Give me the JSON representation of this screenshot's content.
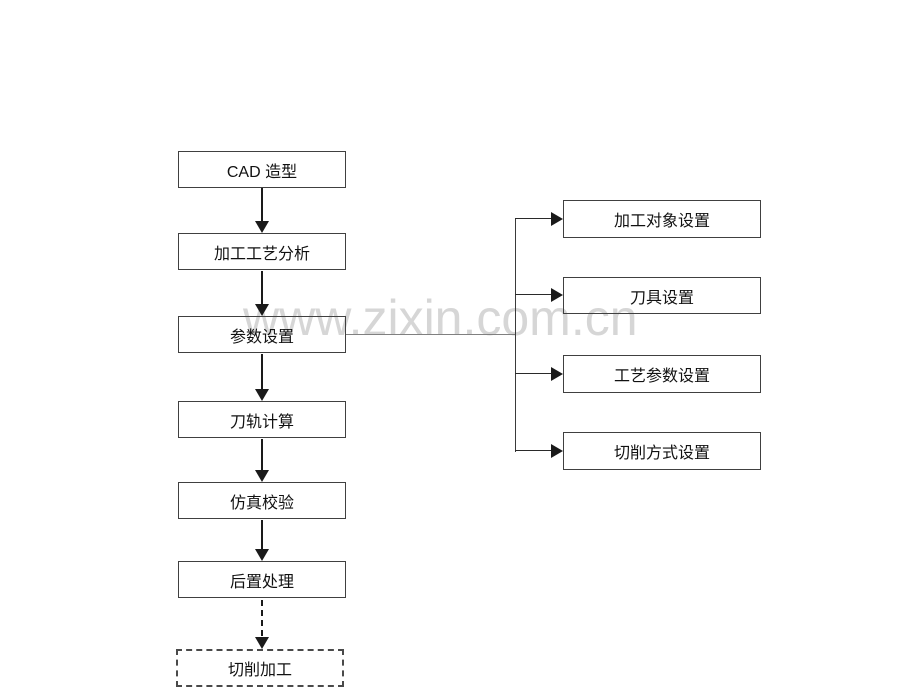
{
  "watermark": "www.zixin.com.cn",
  "flowchart": {
    "main_steps": [
      {
        "id": "cad-modeling",
        "label": "CAD 造型",
        "border": "solid"
      },
      {
        "id": "process-analysis",
        "label": "加工工艺分析",
        "border": "solid"
      },
      {
        "id": "parameter-setting",
        "label": "参数设置",
        "border": "solid"
      },
      {
        "id": "toolpath-calculation",
        "label": "刀轨计算",
        "border": "solid"
      },
      {
        "id": "simulation-verification",
        "label": "仿真校验",
        "border": "solid"
      },
      {
        "id": "post-processing",
        "label": "后置处理",
        "border": "solid"
      },
      {
        "id": "cutting-machining",
        "label": "切削加工",
        "border": "dashed"
      }
    ],
    "parameter_substeps": [
      {
        "id": "machining-object-setting",
        "label": "加工对象设置"
      },
      {
        "id": "tool-setting",
        "label": "刀具设置"
      },
      {
        "id": "process-parameter-setting",
        "label": "工艺参数设置"
      },
      {
        "id": "cutting-mode-setting",
        "label": "切削方式设置"
      }
    ],
    "connections": {
      "main_flow": "sequential-down-arrows",
      "last_arrow_style": "dashed",
      "branch_source": "参数设置",
      "branch_targets_count": 4
    }
  },
  "colors": {
    "background": "#ffffff",
    "box_border": "#404040",
    "arrow": "#1a1a1a",
    "branch_connector": "#808080",
    "watermark": "#d6d6d6",
    "text": "#111111"
  }
}
